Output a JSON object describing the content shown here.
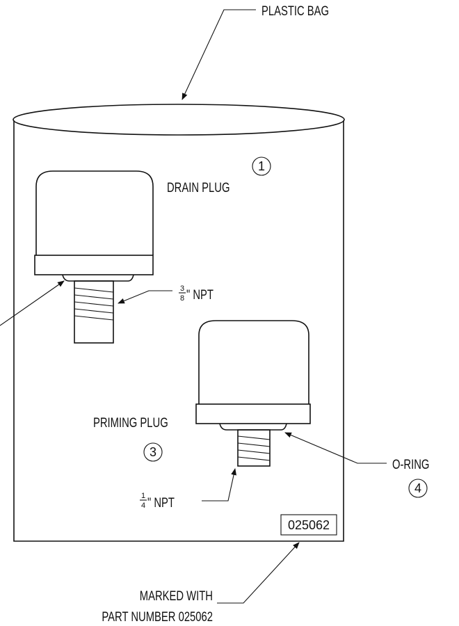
{
  "labels": {
    "plastic_bag": "PLASTIC BAG",
    "drain_plug": "DRAIN PLUG",
    "drain_npt_num": "3",
    "drain_npt_den": "8",
    "drain_npt": "\" NPT",
    "priming_plug": "PRIMING PLUG",
    "priming_npt_num": "1",
    "priming_npt_den": "4",
    "priming_npt": "\" NPT",
    "o_ring": "O-RING",
    "marked_with": "MARKED WITH",
    "part_number_line": "PART NUMBER 025062",
    "part_box": "025062"
  },
  "callouts": {
    "drain_plug_num": "1",
    "priming_plug_num": "3",
    "o_ring_num": "4"
  }
}
